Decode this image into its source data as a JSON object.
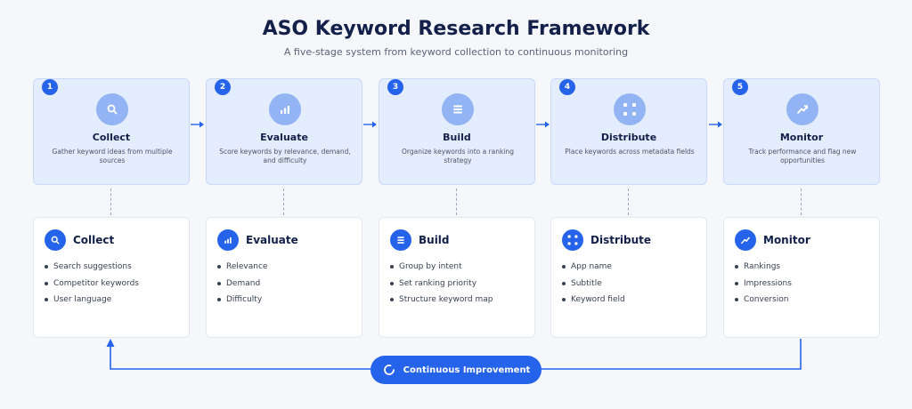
{
  "header": {
    "title": "ASO Keyword Research Framework",
    "subtitle": "A five-stage system from keyword collection to continuous monitoring"
  },
  "stages": [
    {
      "number": "1",
      "title": "Collect",
      "icon": "search-icon",
      "description": "Gather keyword ideas from multiple sources",
      "detail_title": "Collect",
      "bullets": [
        "Search suggestions",
        "Competitor keywords",
        "User language"
      ]
    },
    {
      "number": "2",
      "title": "Evaluate",
      "icon": "bar-chart-icon",
      "description": "Score keywords by relevance, demand, and difficulty",
      "detail_title": "Evaluate",
      "bullets": [
        "Relevance",
        "Demand",
        "Difficulty"
      ]
    },
    {
      "number": "3",
      "title": "Build",
      "icon": "list-icon",
      "description": "Organize keywords into a ranking strategy",
      "detail_title": "Build",
      "bullets": [
        "Group by intent",
        "Set ranking priority",
        "Structure keyword map"
      ]
    },
    {
      "number": "4",
      "title": "Distribute",
      "icon": "grid-icon",
      "description": "Place keywords across metadata fields",
      "detail_title": "Distribute",
      "bullets": [
        "App name",
        "Subtitle",
        "Keyword field"
      ]
    },
    {
      "number": "5",
      "title": "Monitor",
      "icon": "trend-up-icon",
      "description": "Track performance and flag new opportunities",
      "detail_title": "Monitor",
      "bullets": [
        "Rankings",
        "Impressions",
        "Conversion"
      ]
    }
  ],
  "loop": {
    "label": "Continuous Improvement",
    "icon": "refresh-icon"
  },
  "colors": {
    "accent": "#2563eb",
    "stage_bg": "#e4edfd",
    "icon_bg": "#93b4f4",
    "title": "#13204a"
  }
}
